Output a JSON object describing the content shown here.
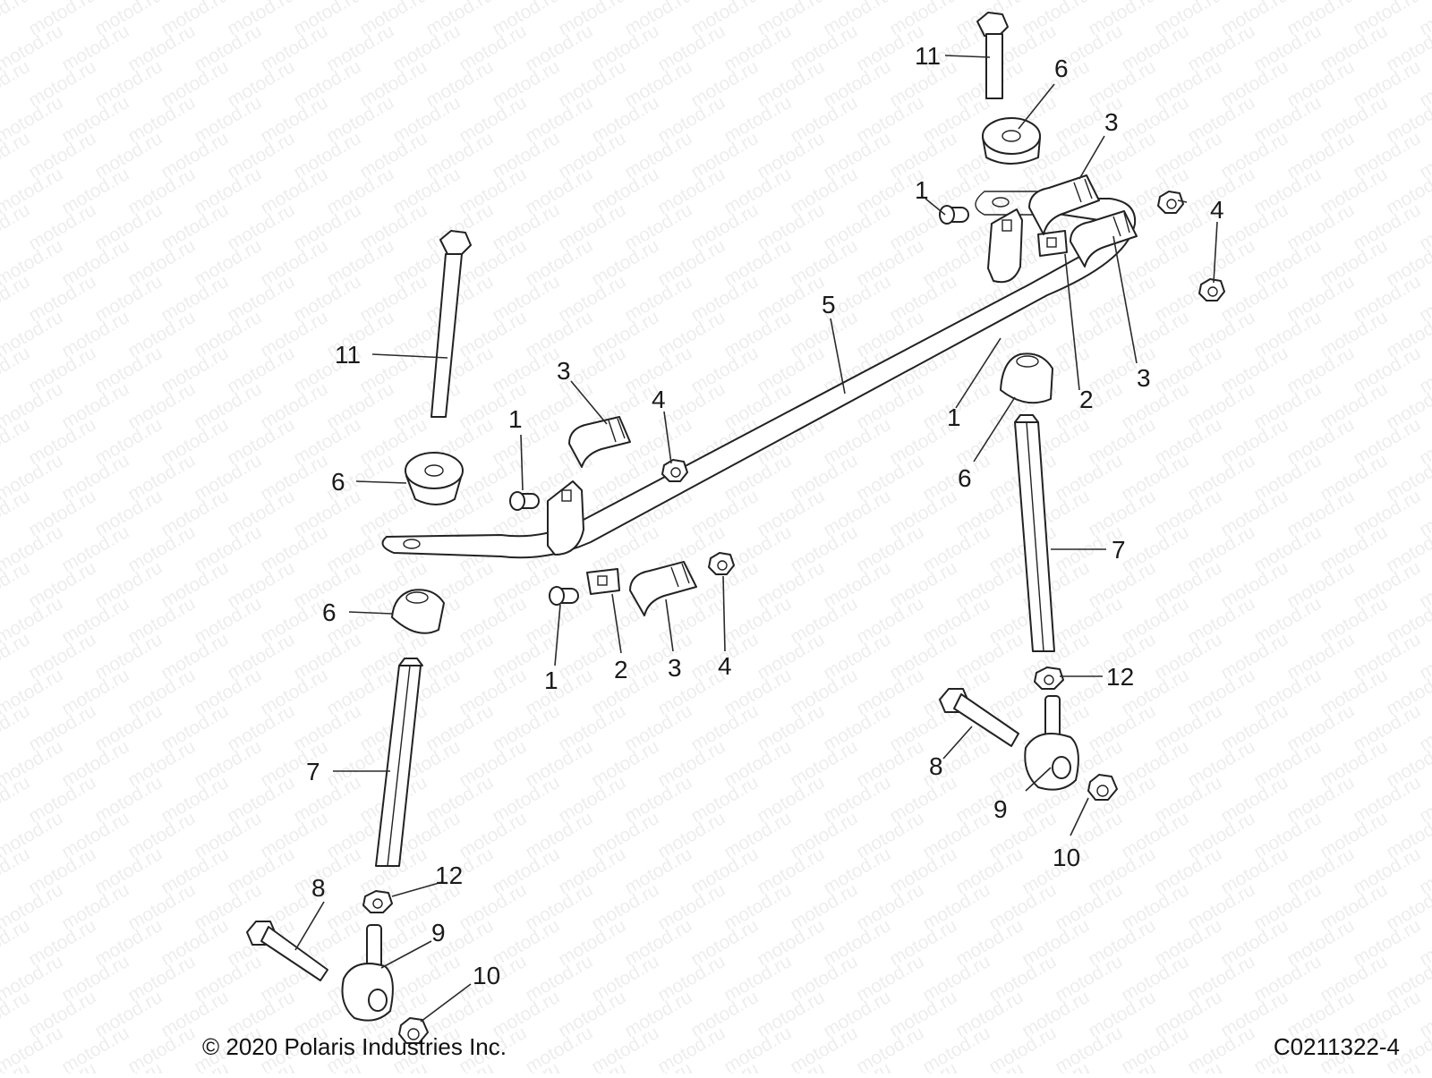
{
  "watermark": "motod.ru",
  "copyright": "© 2020 Polaris Industries Inc.",
  "diagram_code": "C0211322-4",
  "callouts": [
    {
      "id": "c1a",
      "label": "1"
    },
    {
      "id": "c1b",
      "label": "1"
    },
    {
      "id": "c1c",
      "label": "1"
    },
    {
      "id": "c1d",
      "label": "1"
    },
    {
      "id": "c2a",
      "label": "2"
    },
    {
      "id": "c2b",
      "label": "2"
    },
    {
      "id": "c3a",
      "label": "3"
    },
    {
      "id": "c3b",
      "label": "3"
    },
    {
      "id": "c3c",
      "label": "3"
    },
    {
      "id": "c3d",
      "label": "3"
    },
    {
      "id": "c4a",
      "label": "4"
    },
    {
      "id": "c4b",
      "label": "4"
    },
    {
      "id": "c4c",
      "label": "4"
    },
    {
      "id": "c5",
      "label": "5"
    },
    {
      "id": "c6a",
      "label": "6"
    },
    {
      "id": "c6b",
      "label": "6"
    },
    {
      "id": "c6c",
      "label": "6"
    },
    {
      "id": "c6d",
      "label": "6"
    },
    {
      "id": "c7a",
      "label": "7"
    },
    {
      "id": "c7b",
      "label": "7"
    },
    {
      "id": "c8a",
      "label": "8"
    },
    {
      "id": "c8b",
      "label": "8"
    },
    {
      "id": "c9a",
      "label": "9"
    },
    {
      "id": "c9b",
      "label": "9"
    },
    {
      "id": "c10a",
      "label": "10"
    },
    {
      "id": "c10b",
      "label": "10"
    },
    {
      "id": "c11a",
      "label": "11"
    },
    {
      "id": "c11b",
      "label": "11"
    },
    {
      "id": "c12a",
      "label": "12"
    },
    {
      "id": "c12b",
      "label": "12"
    }
  ]
}
